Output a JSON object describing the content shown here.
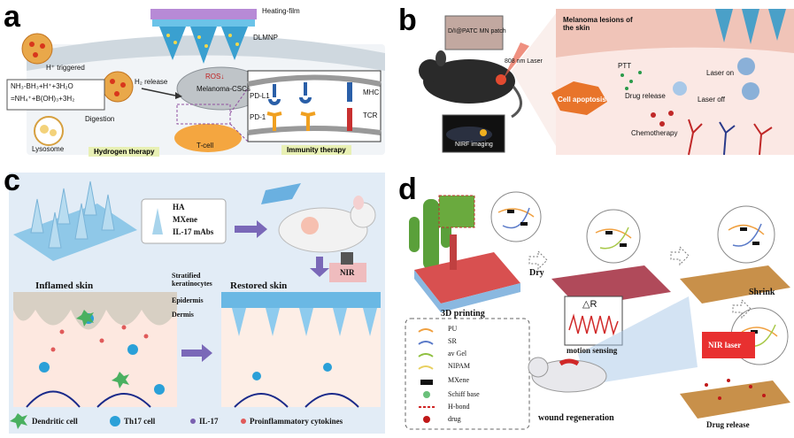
{
  "panels": {
    "a": {
      "label": "a",
      "heating_film": "Heating-film",
      "dlmnp": "DLMNP",
      "h_triggered": "H⁺ triggered",
      "equation_line1": "NH₃-BH₃+H⁺+3H₂O",
      "equation_line2": "=NH₄⁺+B(OH)₃+3H₂",
      "digestion": "Digestion",
      "lysosome": "Lysosome",
      "h2_release": "H₂ release",
      "ros": "ROS↓",
      "melanoma_cscs": "Melanoma-CSCs",
      "pd_l1": "PD-L1",
      "pd_1": "PD-1",
      "mhc": "MHC",
      "tcr": "TCR",
      "t_cell": "T-cell",
      "hydrogen_therapy": "Hydrogen therapy",
      "immunity_therapy": "Immunity therapy"
    },
    "b": {
      "label": "b",
      "patch": "D/I@PATC MN patch",
      "laser": "808 nm Laser",
      "nirf": "NIRF imaging",
      "lesions": "Melanoma lesions of the skin",
      "ptt": "PTT",
      "drug_release": "Drug release",
      "laser_on": "Laser on",
      "laser_off": "Laser off",
      "apoptosis": "Cell apoptosis",
      "chemotherapy": "Chemotherapy"
    },
    "c": {
      "label": "c",
      "legend": [
        "HA",
        "MXene",
        "IL-17 mAbs"
      ],
      "inflamed": "Inflamed skin",
      "restored": "Restored skin",
      "nir": "NIR",
      "stratified": "Stratified keratinocytes",
      "epidermis": "Epidermis",
      "dermis": "Dermis",
      "bottom_legend": [
        "Dendritic cell",
        "Th17 cell",
        "IL-17",
        "Proinflammatory cytokines"
      ]
    },
    "d": {
      "label": "d",
      "printing": "3D printing",
      "dry": "Dry",
      "shrink": "Shrink",
      "delta_r": "△R",
      "motion": "motion sensing",
      "nir_laser": "NIR laser",
      "wound": "wound regeneration",
      "drug_release": "Drug release",
      "legend": [
        "PU",
        "SR",
        "av Gel",
        "NIPAM",
        "MXene",
        "Schiff base",
        "H-bond",
        "drug"
      ]
    }
  },
  "colors": {
    "panel_a_bg": "#eef2f6",
    "panel_c_bg": "#dde9f5",
    "hydrogen_tag": "#e8f0b4",
    "immunity_tag": "#e8f0b4",
    "apoptosis": "#e8742a"
  }
}
